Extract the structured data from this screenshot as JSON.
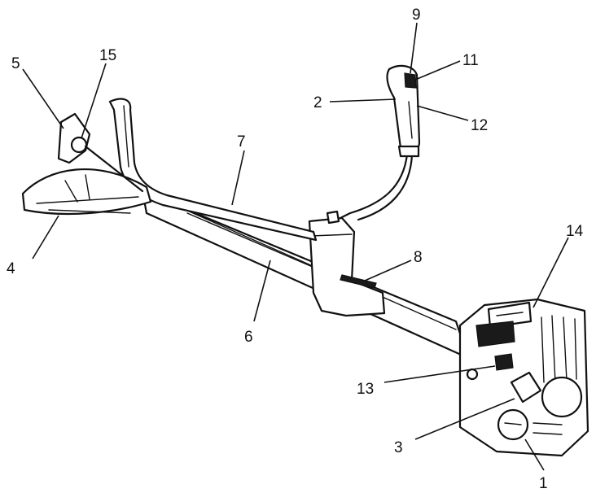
{
  "diagram": {
    "parts": [
      {
        "id": "p1",
        "label": "1"
      },
      {
        "id": "p2",
        "label": "2"
      },
      {
        "id": "p3",
        "label": "3"
      },
      {
        "id": "p4",
        "label": "4"
      },
      {
        "id": "p5",
        "label": "5"
      },
      {
        "id": "p6",
        "label": "6"
      },
      {
        "id": "p7",
        "label": "7"
      },
      {
        "id": "p8",
        "label": "8"
      },
      {
        "id": "p9",
        "label": "9"
      },
      {
        "id": "p11",
        "label": "11"
      },
      {
        "id": "p12",
        "label": "12"
      },
      {
        "id": "p13",
        "label": "13"
      },
      {
        "id": "p14",
        "label": "14"
      },
      {
        "id": "p15",
        "label": "15"
      }
    ]
  }
}
